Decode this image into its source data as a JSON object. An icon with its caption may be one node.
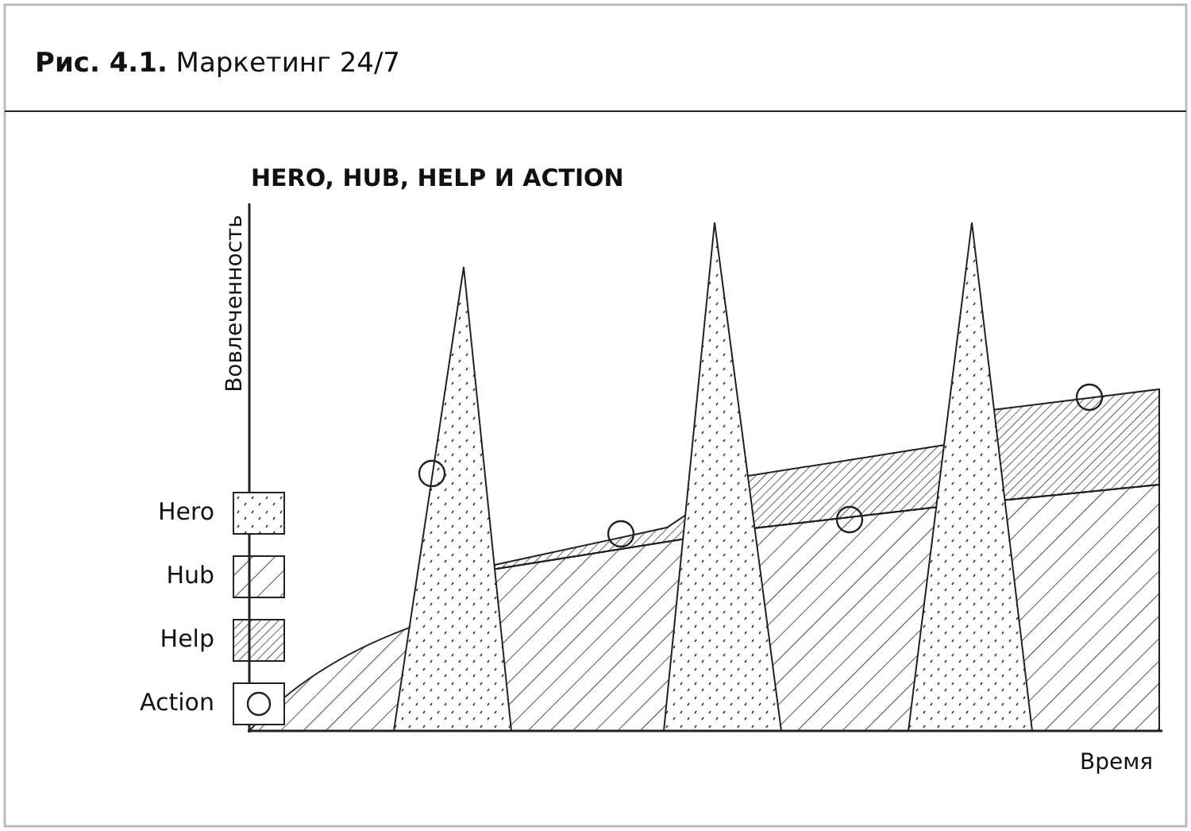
{
  "diagram": {
    "title": "**Рис. 4.1.** Маркетинг 24/7",
    "labels": [
      "HERO, HUB, HELP И ACTION",
      "Вовлеченность",
      "Время"
    ],
    "legend": [
      {
        "text": "Hero"
      },
      {
        "text": "Hub"
      },
      {
        "text": "Help"
      },
      {
        "text": "Action"
      }
    ]
  }
}
